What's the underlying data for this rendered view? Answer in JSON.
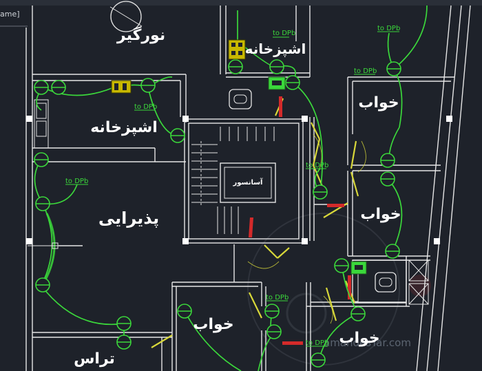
{
  "window": {
    "title_fragment": "ame]"
  },
  "rooms": {
    "light_well": "نورگیر",
    "kitchen_top": "اشپزخانه",
    "kitchen_left": "اشپزخانه",
    "reception": "پذیرایی",
    "elevator": "آسانسور",
    "terrace": "تراس",
    "bedroom_right_1": "خواب",
    "bedroom_right_2": "خواب",
    "bedroom_bottom_1": "خواب",
    "bedroom_bottom_2": "خواب"
  },
  "circuit_tags": {
    "t1": "to DPb",
    "t2": "to DPb",
    "t3": "to DPb",
    "t4": "to DPb",
    "t5": "to DPb",
    "t6": "to DPb",
    "t7": "to DPb",
    "t8": "to DPb"
  },
  "watermark": "amandesYar.com",
  "colors": {
    "background": "#1e222a",
    "walls": "#e6e6e6",
    "wiring": "#3bd83b",
    "doors": "#d8d83a",
    "panel": "#c8b800",
    "red_fixture": "#d42a2a"
  }
}
